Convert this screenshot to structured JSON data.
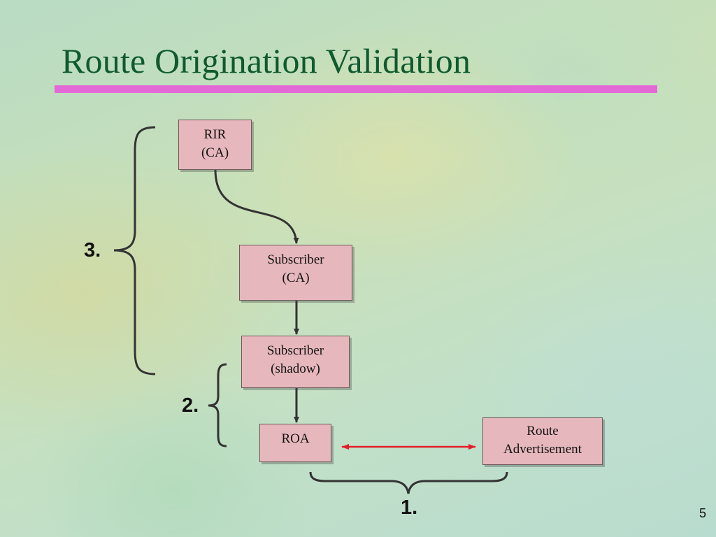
{
  "slide": {
    "title": "Route Origination Validation",
    "page_number": "5"
  },
  "colors": {
    "title": "#0f5a2f",
    "title_rule": "#e36ad6",
    "node_fill": "#e6b7bc",
    "arrow": "#333333",
    "bidirectional_arrow": "#e0202a"
  },
  "nodes": {
    "rir": {
      "line1": "RIR",
      "line2": "(CA)"
    },
    "subscriber_ca": {
      "line1": "Subscriber",
      "line2": "(CA)"
    },
    "subscriber_shadow": {
      "line1": "Subscriber",
      "line2": "(shadow)"
    },
    "roa": {
      "line1": "ROA"
    },
    "route_advertisement": {
      "line1": "Route",
      "line2": "Advertisement"
    }
  },
  "brackets": {
    "step1": "1.",
    "step2": "2.",
    "step3": "3."
  }
}
